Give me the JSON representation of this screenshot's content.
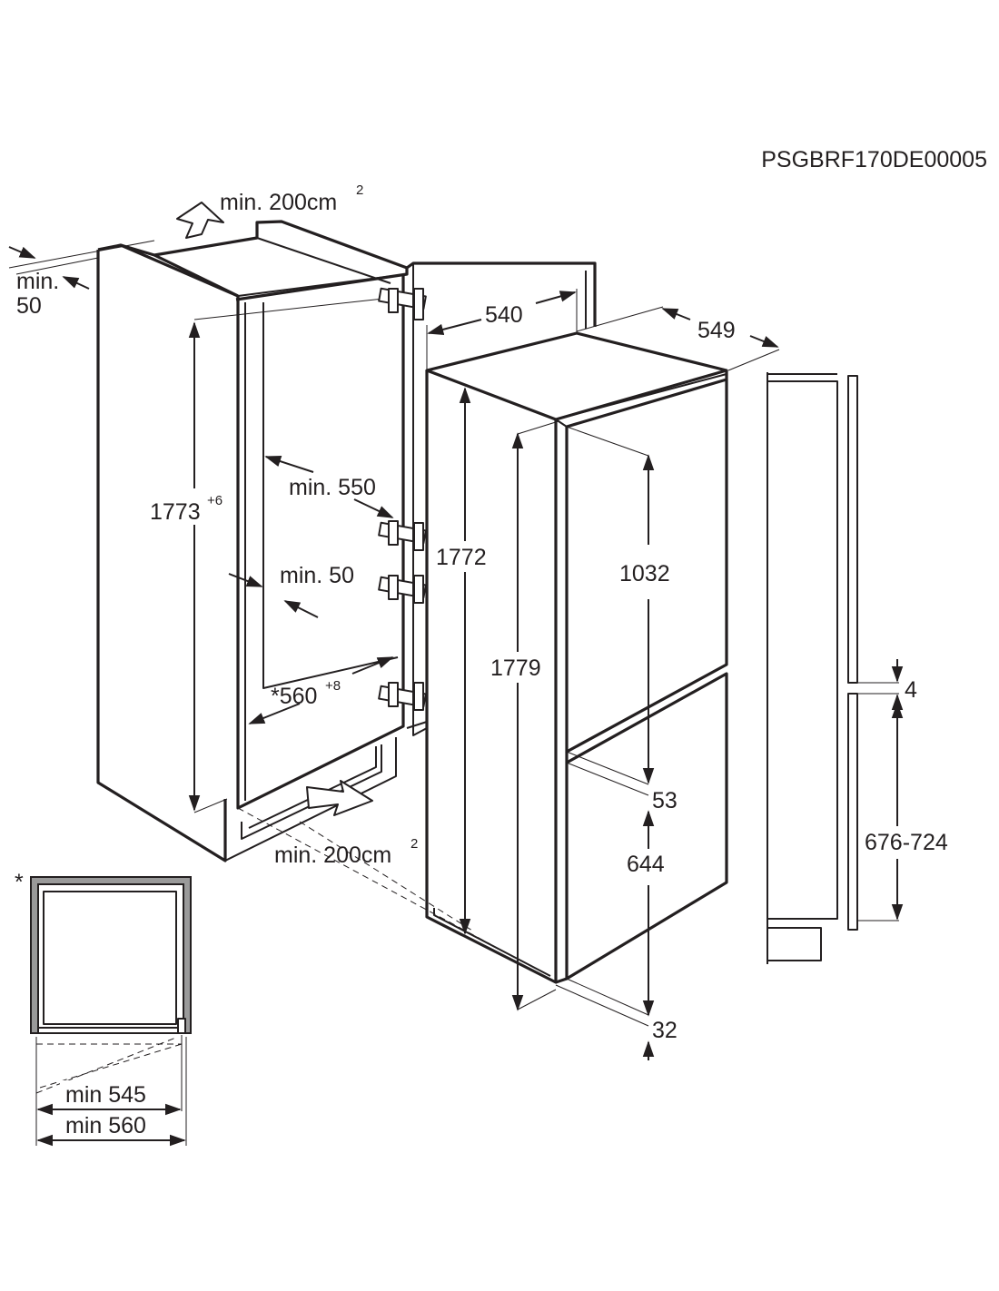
{
  "doc_code": "PSGBRF170DE00005",
  "ventilation": {
    "top": "min. 200cm",
    "top_sup": "2",
    "bottom": "min. 200cm",
    "bottom_sup": "2"
  },
  "niche": {
    "rear_gap_label": "min.",
    "rear_gap_value": "50",
    "height": "1773",
    "height_tolerance": "+6",
    "depth_min": "min. 550",
    "vent_gap": "min. 50",
    "width": "*560",
    "width_tolerance": "+8"
  },
  "appliance": {
    "width": "540",
    "depth": "549",
    "height": "1772",
    "door_total": "1779",
    "upper_door": "1032",
    "door_gap": "53",
    "lower_door": "644",
    "bottom_offset": "32"
  },
  "side_profile": {
    "gap": "4",
    "range": "676-724"
  },
  "plan_view": {
    "note_marker": "*",
    "min_inner": "min 545",
    "min_outer": "min 560"
  }
}
